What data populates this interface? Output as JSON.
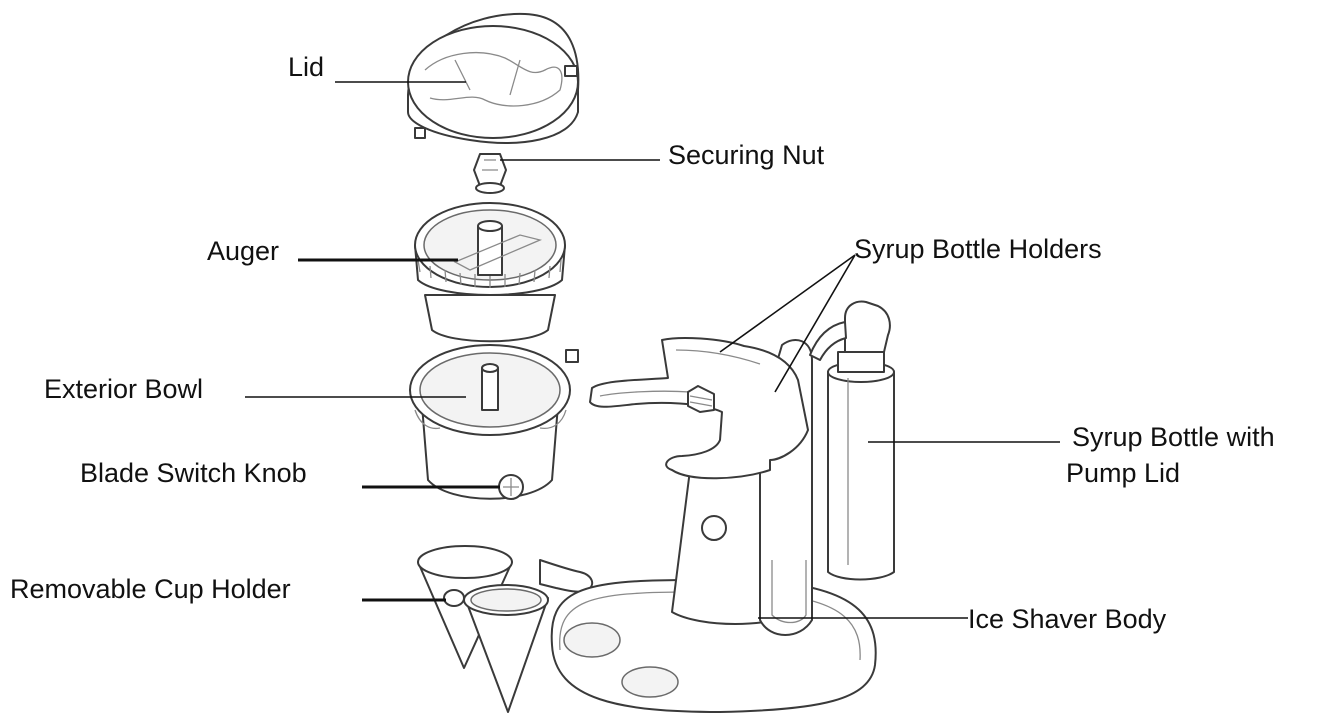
{
  "labels": {
    "lid": "Lid",
    "securing_nut": "Securing Nut",
    "auger": "Auger",
    "syrup_bottle_holders": "Syrup Bottle Holders",
    "exterior_bowl": "Exterior Bowl",
    "syrup_bottle_line1": "Syrup Bottle with",
    "syrup_bottle_line2": "Pump Lid",
    "blade_switch_knob": "Blade Switch Knob",
    "removable_cup_holder": "Removable Cup Holder",
    "ice_shaver_body": "Ice Shaver Body"
  },
  "colors": {
    "line": "#111111",
    "part_outline": "#3a3a3a",
    "part_fill": "#ffffff"
  }
}
